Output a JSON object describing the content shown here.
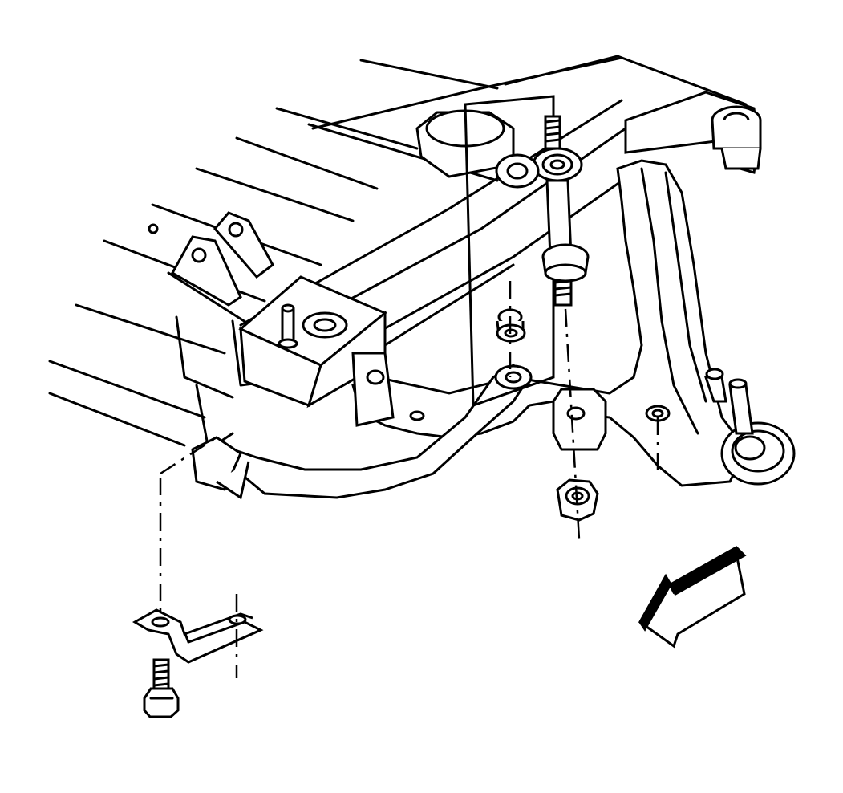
{
  "diagram": {
    "subject": "stabilizer-shaft-link-and-bracket-exploded-view",
    "line_color": "#000000",
    "background_color": "#ffffff",
    "arrow_icon": "front-direction-arrow-icon",
    "parts": [
      "frame-rail",
      "engine-mount",
      "control-arm",
      "steering-knuckle-ball-joint",
      "stabilizer-shaft",
      "stabilizer-link-bolt",
      "link-bushing-upper",
      "link-bushing-lower",
      "link-spacer",
      "link-nut",
      "stabilizer-bracket",
      "bracket-bolt"
    ]
  }
}
